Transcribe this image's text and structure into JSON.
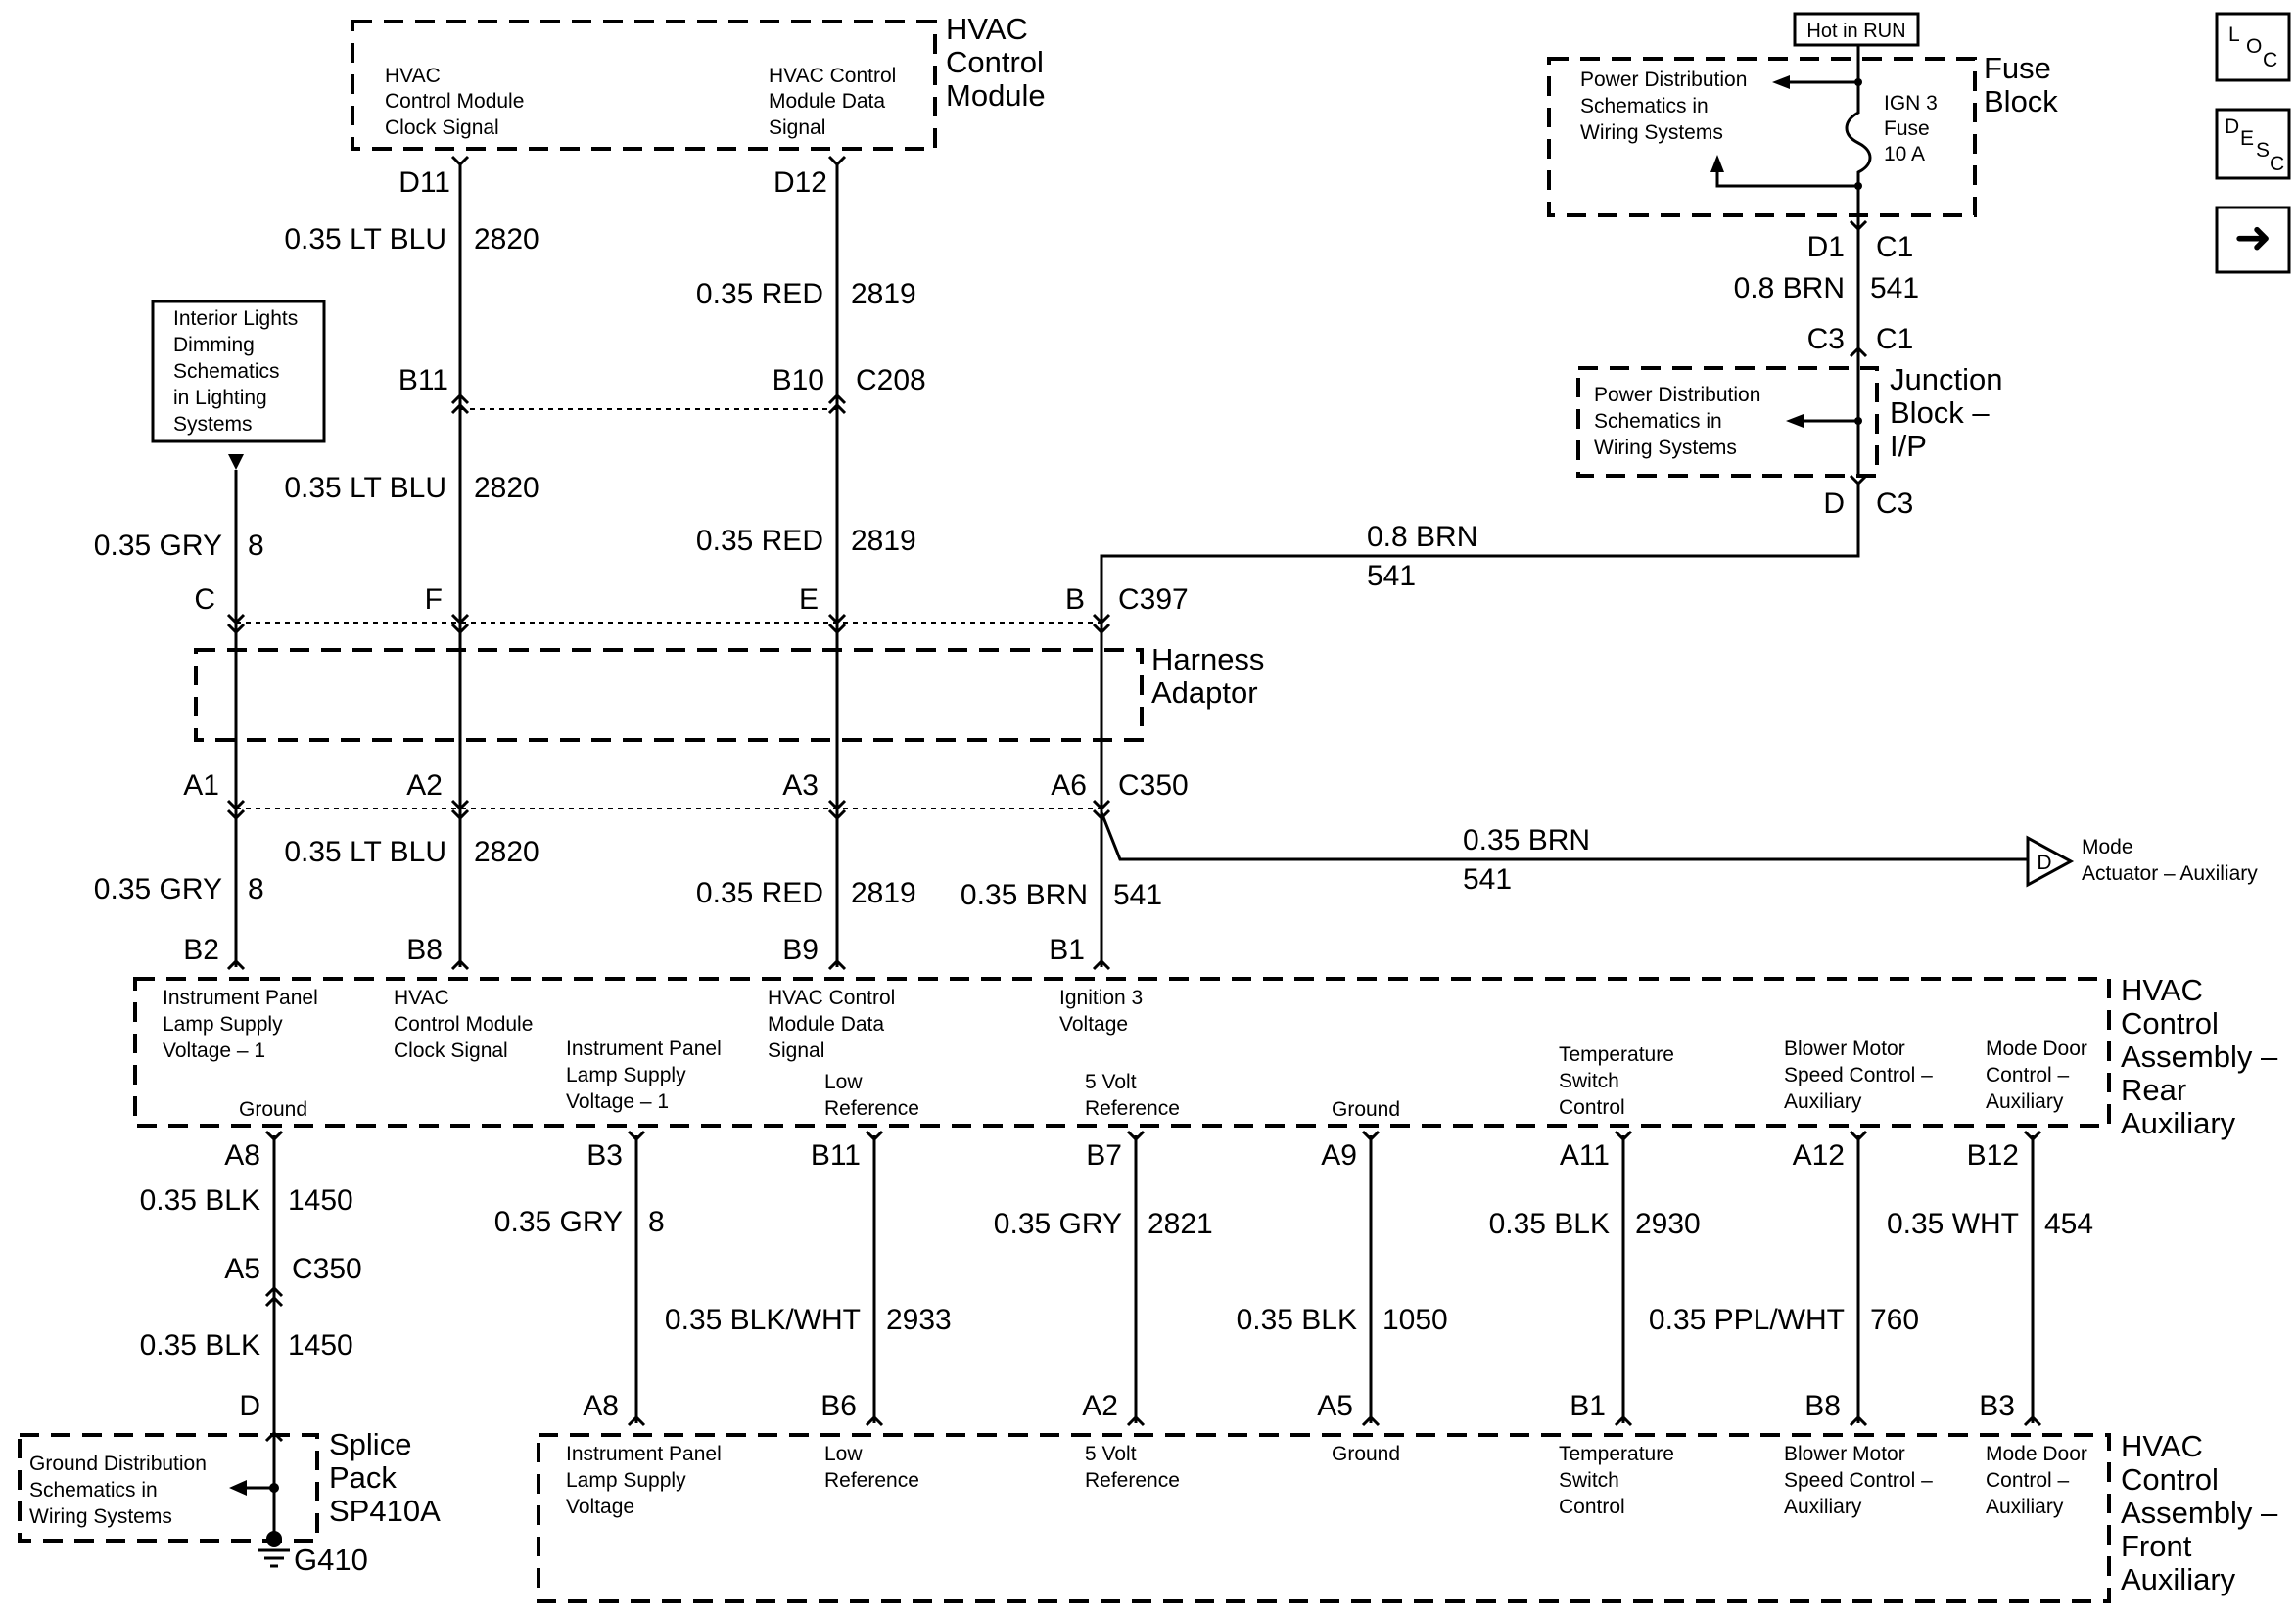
{
  "modules": {
    "hvac_control_module": {
      "title": [
        "HVAC",
        "Control",
        "Module"
      ],
      "pin_d11": [
        "HVAC",
        "Control Module",
        "Clock Signal"
      ],
      "pin_d12": [
        "HVAC Control",
        "Module Data",
        "Signal"
      ]
    },
    "fuse_block": {
      "title": [
        "Fuse",
        "Block"
      ],
      "badge": "Hot in RUN",
      "fuse_label": [
        "IGN 3",
        "Fuse",
        "10 A"
      ],
      "ref": [
        "Power Distribution",
        "Schematics in",
        "Wiring Systems"
      ]
    },
    "junction_block": {
      "title": [
        "Junction",
        "Block –",
        "I/P"
      ],
      "ref": [
        "Power Distribution",
        "Schematics in",
        "Wiring Systems"
      ]
    },
    "interior_lights": [
      "Interior Lights",
      "Dimming",
      "Schematics",
      "in Lighting",
      "Systems"
    ],
    "harness_adaptor": [
      "Harness",
      "Adaptor"
    ],
    "mode_actuator": {
      "symbol": "D",
      "label": [
        "Mode",
        "Actuator – Auxiliary"
      ]
    },
    "rear_assembly": {
      "title": [
        "HVAC",
        "Control",
        "Assembly –",
        "Rear",
        "Auxiliary"
      ],
      "b2": [
        "Instrument Panel",
        "Lamp Supply",
        "Voltage – 1"
      ],
      "b8": [
        "HVAC",
        "Control Module",
        "Clock Signal"
      ],
      "b9": [
        "HVAC Control",
        "Module Data",
        "Signal"
      ],
      "b1": [
        "Ignition 3",
        "Voltage"
      ],
      "a8": [
        "Ground"
      ],
      "b3": [
        "Instrument Panel",
        "Lamp Supply",
        "Voltage – 1"
      ],
      "b11": [
        "Low",
        "Reference"
      ],
      "b7": [
        "5 Volt",
        "Reference"
      ],
      "a9": [
        "Ground"
      ],
      "a11": [
        "Temperature",
        "Switch",
        "Control"
      ],
      "a12": [
        "Blower Motor",
        "Speed Control –",
        "Auxiliary"
      ],
      "b12": [
        "Mode Door",
        "Control –",
        "Auxiliary"
      ]
    },
    "front_assembly": {
      "title": [
        "HVAC",
        "Control",
        "Assembly –",
        "Front",
        "Auxiliary"
      ],
      "a8": [
        "Instrument Panel",
        "Lamp Supply",
        "Voltage"
      ],
      "b6": [
        "Low",
        "Reference"
      ],
      "a2": [
        "5 Volt",
        "Reference"
      ],
      "a5": [
        "Ground"
      ],
      "b1": [
        "Temperature",
        "Switch",
        "Control"
      ],
      "b8": [
        "Blower Motor",
        "Speed Control –",
        "Auxiliary"
      ],
      "b3": [
        "Mode Door",
        "Control –",
        "Auxiliary"
      ]
    },
    "splice_pack": {
      "title": [
        "Splice",
        "Pack",
        "SP410A"
      ],
      "ref": [
        "Ground Distribution",
        "Schematics in",
        "Wiring Systems"
      ],
      "ground": "G410"
    }
  },
  "wires": {
    "w2820": {
      "gauge": "0.35 LT BLU",
      "circuit": "2820"
    },
    "w2819": {
      "gauge": "0.35 RED",
      "circuit": "2819"
    },
    "w8": {
      "gauge": "0.35 GRY",
      "circuit": "8"
    },
    "w541_fuse": {
      "gauge": "0.8 BRN",
      "circuit": "541"
    },
    "w541_main": {
      "gauge": "0.8 BRN",
      "circuit": "541"
    },
    "w541_mode": {
      "gauge": "0.35 BRN",
      "circuit": "541"
    },
    "w541_rear": {
      "gauge": "0.35 BRN",
      "circuit": "541"
    },
    "w1450_top": {
      "gauge": "0.35 BLK",
      "circuit": "1450"
    },
    "w1450_bot": {
      "gauge": "0.35 BLK",
      "circuit": "1450"
    },
    "w8_front": {
      "gauge": "0.35 GRY",
      "circuit": "8"
    },
    "w2933": {
      "gauge": "0.35 BLK/WHT",
      "circuit": "2933"
    },
    "w2821": {
      "gauge": "0.35 GRY",
      "circuit": "2821"
    },
    "w1050": {
      "gauge": "0.35 BLK",
      "circuit": "1050"
    },
    "w2930": {
      "gauge": "0.35 BLK",
      "circuit": "2930"
    },
    "w760": {
      "gauge": "0.35 PPL/WHT",
      "circuit": "760"
    },
    "w454": {
      "gauge": "0.35 WHT",
      "circuit": "454"
    }
  },
  "pins": {
    "d11": "D11",
    "d12": "D12",
    "b11": "B11",
    "b10": "B10",
    "c208": "C208",
    "c": "C",
    "f": "F",
    "e": "E",
    "b": "B",
    "c397": "C397",
    "a1": "A1",
    "a2": "A2",
    "a3": "A3",
    "a6": "A6",
    "c350": "C350",
    "rb2": "B2",
    "rb8": "B8",
    "rb9": "B9",
    "rb1": "B1",
    "d1": "D1",
    "c1a": "C1",
    "c3a": "C3",
    "c1b": "C1",
    "d": "D",
    "c3b": "C3",
    "ra8": "A8",
    "rb3": "B3",
    "rb11": "B11",
    "rb7": "B7",
    "ra9": "A9",
    "ra11": "A11",
    "ra12": "A12",
    "rb12": "B12",
    "a5": "A5",
    "c350b": "C350",
    "sd": "D",
    "fa8": "A8",
    "fb6": "B6",
    "fa2": "A2",
    "fa5": "A5",
    "fb1": "B1",
    "fb8": "B8",
    "fb3": "B3"
  },
  "nav": {
    "loc": {
      "l1": "L",
      "l2": "O",
      "l3": "C"
    },
    "desc": {
      "l1": "D",
      "l2": "E",
      "l3": "S",
      "l4": "C"
    },
    "next": "➜"
  }
}
